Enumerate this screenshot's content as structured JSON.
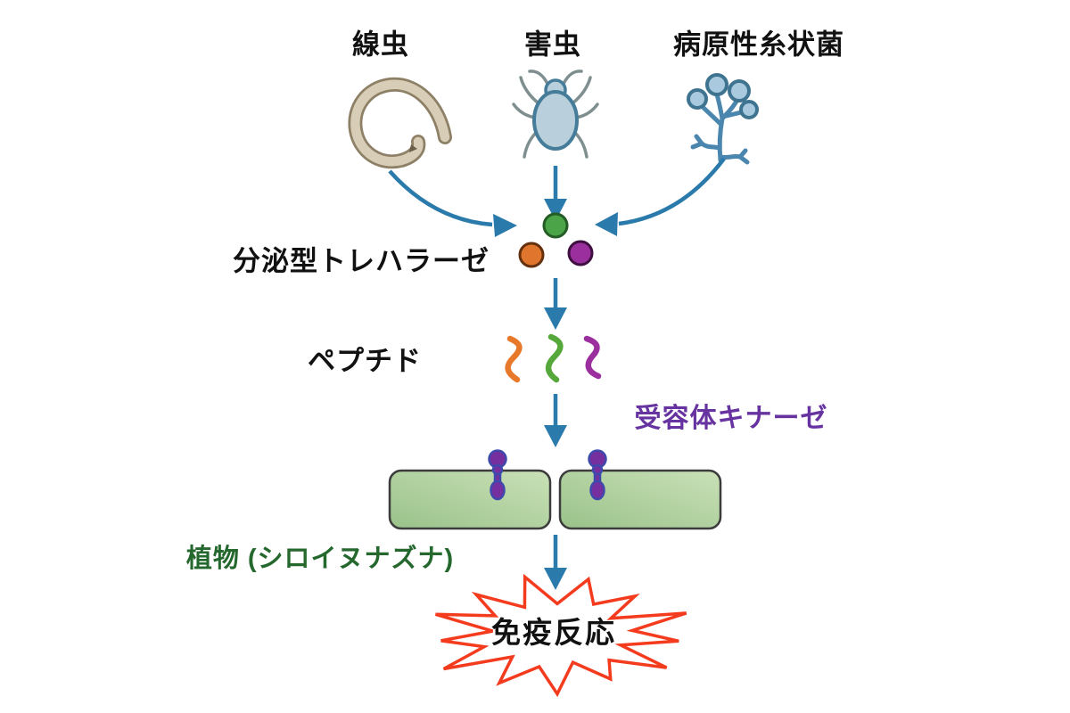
{
  "diagram": {
    "pathogens": [
      {
        "label": "線虫",
        "icon": "nematode-icon"
      },
      {
        "label": "害虫",
        "icon": "pest-insect-icon"
      },
      {
        "label": "病原性糸状菌",
        "icon": "filamentous-fungus-icon"
      }
    ],
    "trehalase": {
      "label": "分泌型トレハラーゼ",
      "dot_colors": [
        "#4ba448",
        "#e0762e",
        "#9b2f9e"
      ]
    },
    "peptide": {
      "label": "ペプチド",
      "squiggle_colors": [
        "#e8792b",
        "#56a83b",
        "#9b2f9e"
      ]
    },
    "receptor_kinase": {
      "label": "受容体キナーゼ",
      "text_color": "#6633a0"
    },
    "plant": {
      "label": "植物 (シロイヌナズナ)",
      "text_color": "#25682e",
      "cell_fill": "#aecf9c",
      "receptor_color": "#762f9f"
    },
    "immune_response": {
      "label": "免疫反応",
      "burst_color": "#f43b1e"
    },
    "arrow_color": "#2a7aab"
  }
}
